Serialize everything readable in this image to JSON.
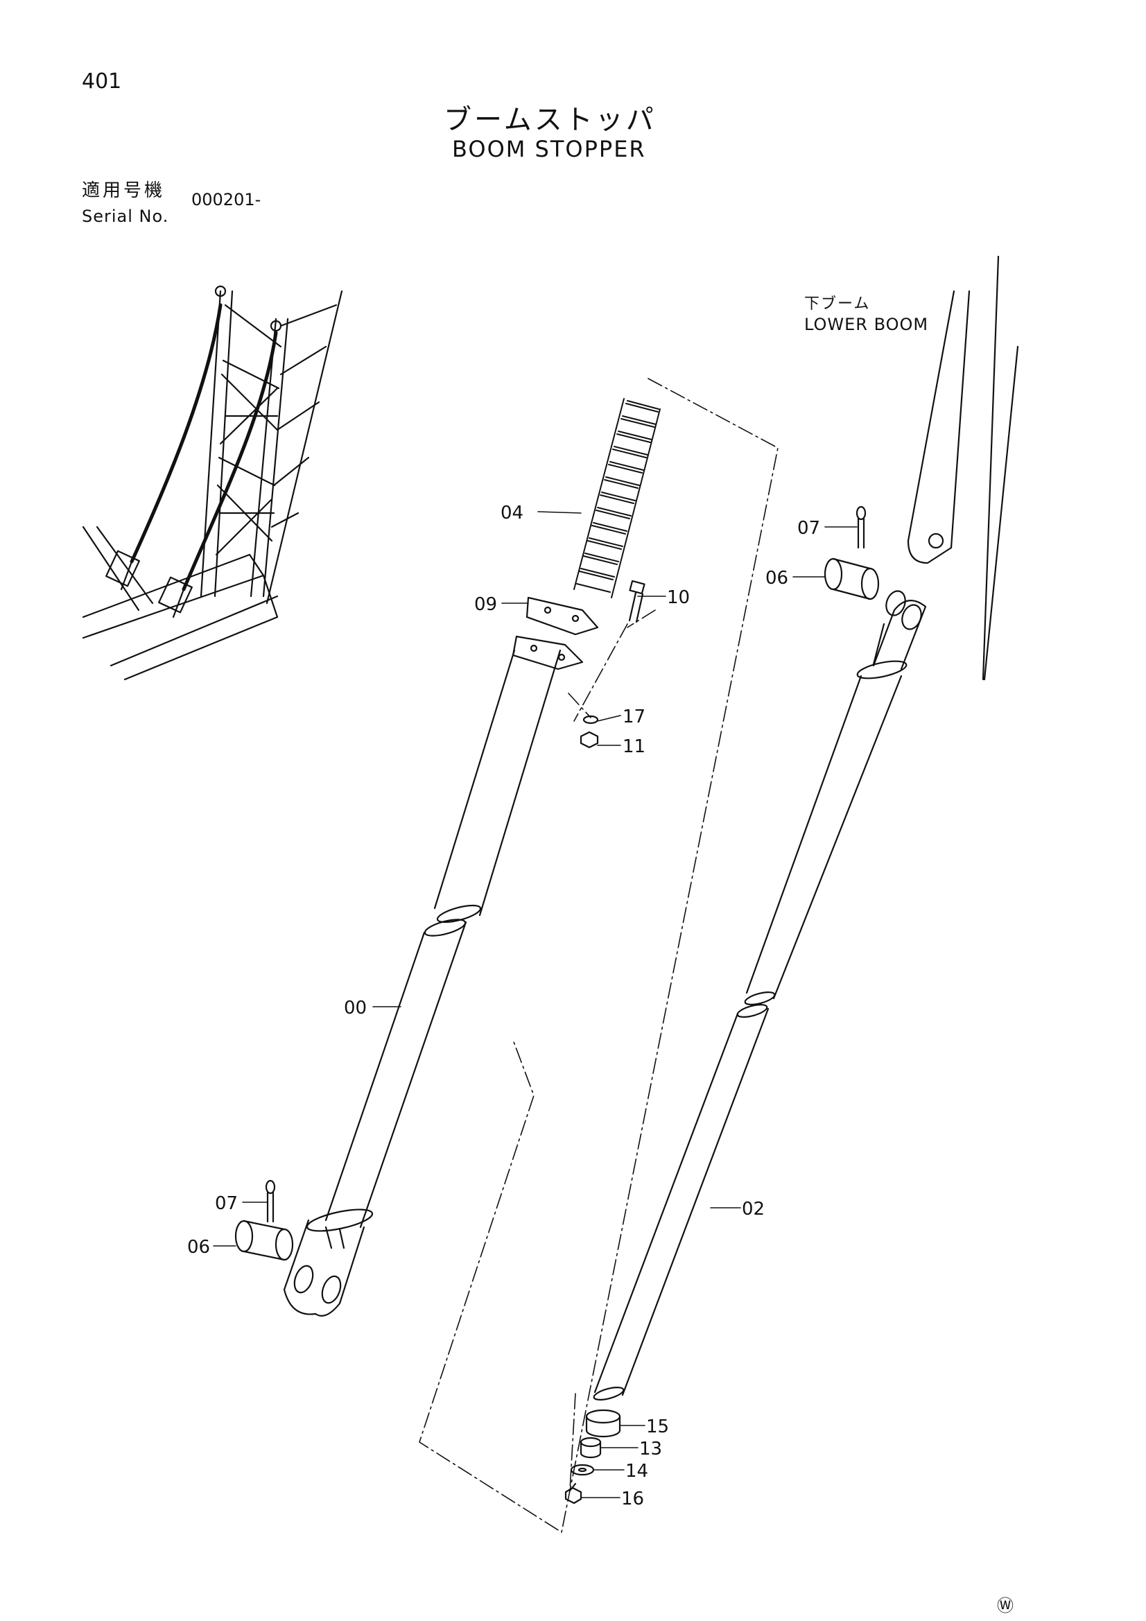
{
  "page": {
    "number": "401"
  },
  "title": {
    "japanese": "ブームストッパ",
    "english": "BOOM STOPPER"
  },
  "serial": {
    "label_jp": "適用号機",
    "label_en": "Serial No.",
    "value": "000201-"
  },
  "lower_boom": {
    "label_jp": "下ブーム",
    "label_en": "LOWER BOOM"
  },
  "callouts": {
    "p00": "00",
    "p02": "02",
    "p04": "04",
    "p06a": "06",
    "p06b": "06",
    "p07a": "07",
    "p07b": "07",
    "p09": "09",
    "p10": "10",
    "p11": "11",
    "p13": "13",
    "p14": "14",
    "p15": "15",
    "p16": "16",
    "p17": "17"
  },
  "footer_mark": "Ⓦ"
}
